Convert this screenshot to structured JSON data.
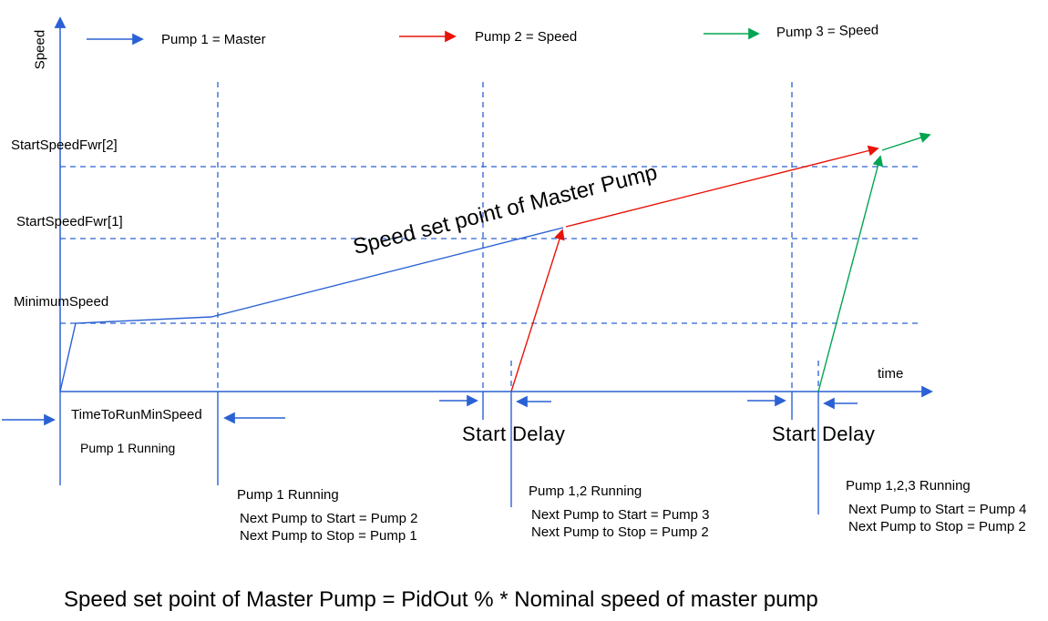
{
  "colors": {
    "blue": "#2a61d4",
    "red": "#e81309",
    "green": "#00a550",
    "text": "#000000",
    "background": "#ffffff"
  },
  "legend": {
    "items": [
      {
        "label": "Pump 1 = Master",
        "color": "#2a61d4"
      },
      {
        "label": "Pump 2 = Speed",
        "color": "#e81309"
      },
      {
        "label": "Pump 3 = Speed",
        "color": "#00a550"
      }
    ]
  },
  "axes": {
    "y_label": "Speed",
    "x_label": "time"
  },
  "y_marks": [
    "StartSpeedFwr[2]",
    "StartSpeedFwr[1]",
    "MinimumSpeed"
  ],
  "annotations": {
    "setpoint_line_label": "Speed set point of Master Pump",
    "time_to_run_min_speed": "TimeToRunMinSpeed",
    "pump1_running_first": "Pump 1 Running",
    "start_delay": "Start Delay",
    "formula": "Speed set point of Master Pump = PidOut % * Nominal speed of master pump"
  },
  "status_blocks": [
    {
      "title": "Pump 1 Running",
      "line1": "Next Pump to Start = Pump 2",
      "line2": "Next Pump to Stop = Pump 1"
    },
    {
      "title": "Pump 1,2 Running",
      "line1": "Next Pump to Start = Pump 3",
      "line2": "Next Pump to Stop = Pump 2"
    },
    {
      "title": "Pump 1,2,3 Running",
      "line1": "Next Pump to Start = Pump 4",
      "line2": "Next Pump to Stop = Pump 2"
    }
  ]
}
